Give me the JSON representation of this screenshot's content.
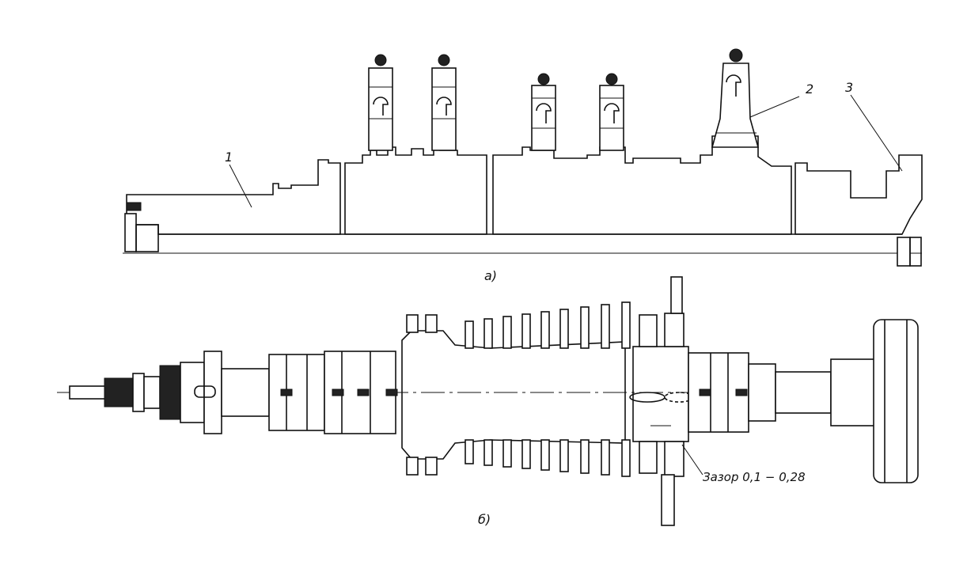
{
  "figure_a": {
    "caption": "а)",
    "callouts": [
      "1",
      "2",
      "3"
    ]
  },
  "figure_b": {
    "caption": "б)",
    "gap_note": "Зазор 0,1 − 0,28"
  },
  "colors": {
    "ink": "#111111",
    "paper": "#ffffff"
  }
}
